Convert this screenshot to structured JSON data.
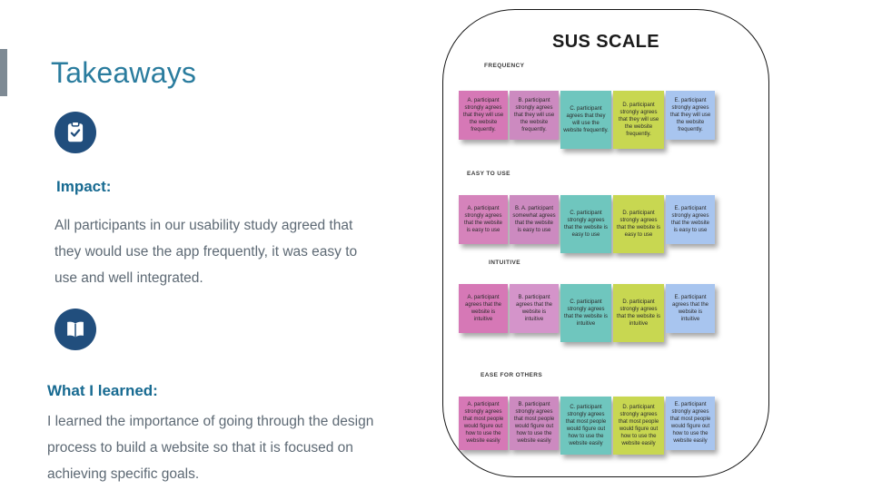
{
  "slide": {
    "title": "Takeaways",
    "sections": [
      {
        "icon": "clipboard-check-icon",
        "heading": "Impact:",
        "body": "All participants in our usability study agreed that they would use the app frequently, it was easy to use and well integrated."
      },
      {
        "icon": "open-book-icon",
        "heading": "What I learned:",
        "body": "I learned the importance of going through the design process to build a website so that it is focused on achieving specific goals."
      }
    ]
  },
  "board": {
    "title": "SUS SCALE",
    "rows": [
      {
        "label": "FREQUENCY",
        "notes": [
          {
            "text": "A. participant strongly agrees that they will use the website frequently.",
            "color": "#d678b6"
          },
          {
            "text": "B. participant strongly agrees that they will use the website frequently.",
            "color": "#cc8ac0"
          },
          {
            "text": "C. participant agrees that they will use the website frequently.",
            "color": "#6fc6be"
          },
          {
            "text": "D. participant strongly agrees that they will use the website frequently.",
            "color": "#c8d751"
          },
          {
            "text": "E. participant strongly agrees that they will use the website frequently.",
            "color": "#a8c5ef"
          }
        ]
      },
      {
        "label": "EASY TO USE",
        "notes": [
          {
            "text": "A. participant strongly agrees that the website is easy to use",
            "color": "#d583bb"
          },
          {
            "text": "B. A. participant somewhat agrees that the website is easy to use",
            "color": "#cc8ac0"
          },
          {
            "text": "C. participant strongly agrees that the website is easy to use",
            "color": "#6fc6be"
          },
          {
            "text": "D. participant strongly agrees that the website is easy to use",
            "color": "#c8d751"
          },
          {
            "text": "E. participant strongly agrees that the website is easy to use",
            "color": "#a8c5ef"
          }
        ]
      },
      {
        "label": "INTUITIVE",
        "notes": [
          {
            "text": "A. participant agrees that the website is intuitive",
            "color": "#d678b6"
          },
          {
            "text": "B. participant agrees that the website is intuitive",
            "color": "#d494ca"
          },
          {
            "text": "C. participant strongly agrees that the website is intuitive",
            "color": "#6fc6be"
          },
          {
            "text": "D. participant strongly agrees that the website is intuitive",
            "color": "#c8d751"
          },
          {
            "text": "E. participant agrees that the website is intuitive",
            "color": "#a8c5ef"
          }
        ]
      },
      {
        "label": "EASE FOR OTHERS",
        "notes": [
          {
            "text": "A. participant strongly agrees that most people would figure out how to use the website easily",
            "color": "#d678b6"
          },
          {
            "text": "B. participant strongly agrees that most people would figure out how to use the website easily",
            "color": "#cc8ac0"
          },
          {
            "text": "C. participant strongly agrees that most people would figure out how to use the website easily",
            "color": "#6fc6be"
          },
          {
            "text": "D. participant strongly agrees that most people would figure out how to use the website easily",
            "color": "#c8d751"
          },
          {
            "text": "E. participant strongly agrees that most people would figure out how to use the website easily",
            "color": "#a8c5ef"
          }
        ]
      }
    ]
  },
  "colors": {
    "title_teal": "#2a7c9e",
    "heading_teal": "#176a91",
    "body_text": "#5d6974",
    "icon_navy": "#214e7d",
    "accent_bar": "#7e8a94",
    "board_border": "#161616",
    "note_pink": "#d678b6",
    "note_purple": "#cc8ac0",
    "note_teal": "#6fc6be",
    "note_green": "#c8d751",
    "note_blue": "#a8c5ef"
  }
}
